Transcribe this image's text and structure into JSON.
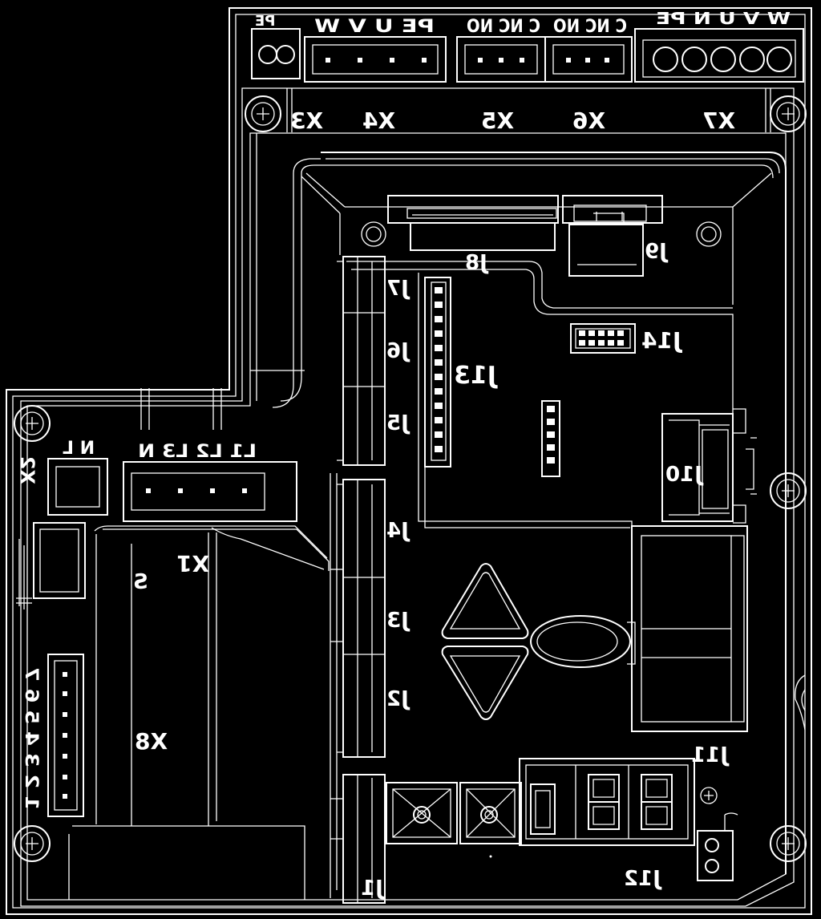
{
  "board": {
    "connectors": {
      "x3": {
        "name": "X3",
        "pins": "PE"
      },
      "x4": {
        "name": "X4",
        "pins": "PE U V W"
      },
      "x5": {
        "name": "X5",
        "pins": "C NC NO"
      },
      "x6": {
        "name": "X6",
        "pins": "C NC NO"
      },
      "x7": {
        "name": "X7",
        "pins": "W V U N PE"
      },
      "x1": {
        "name": "X1",
        "pins": "L1 L2 L3 N"
      },
      "x2": {
        "name": "X2",
        "pins": "N L"
      },
      "x8": {
        "name": "X8",
        "pins": "1 2 3 4 5 6 7"
      }
    },
    "jumpers": {
      "j1": "J1",
      "j2": "J2",
      "j3": "J3",
      "j4": "J4",
      "j5": "J5",
      "j6": "J6",
      "j7": "J7",
      "j8": "J8",
      "j9": "J9",
      "j10": "J10",
      "j11": "J11",
      "j12": "J12",
      "j13": "J13",
      "j14": "J14"
    },
    "misc": {
      "s": "S"
    }
  }
}
